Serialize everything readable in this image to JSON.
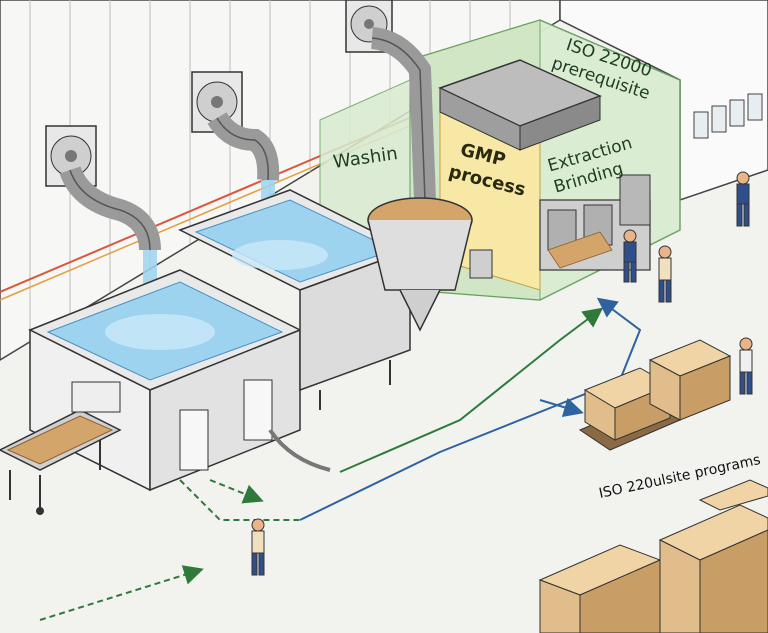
{
  "labels": {
    "iso_top_line1": "ISO 22000",
    "iso_top_line2": "prerequisite",
    "washing": "Washin",
    "gmp_line1": "GMP",
    "gmp_line2": "process",
    "extraction_line1": "Extraction",
    "extraction_line2": "Brinding",
    "iso_bottom": "ISO 220ulsite programs"
  },
  "colors": {
    "green_zone": "#d9ecd0",
    "gmp_zone": "#f7e8a6",
    "water": "#9ed3f0",
    "grain": "#d4a56a",
    "box": "#e0bd8a",
    "arrow_green": "#2f7a3a",
    "arrow_blue": "#2f63a0",
    "label_text": "#1f3d22"
  }
}
